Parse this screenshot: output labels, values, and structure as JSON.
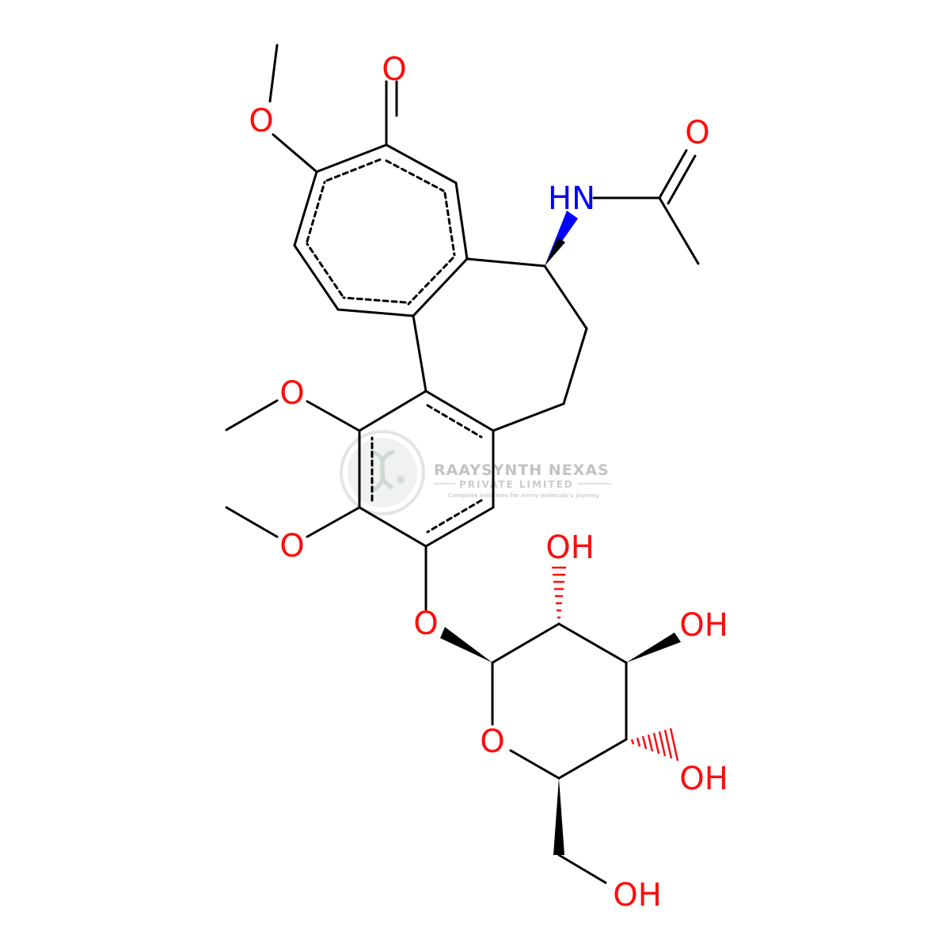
{
  "molecule": {
    "atoms": {
      "o_carbonyl": "O",
      "o_tropolone_methoxy": "O",
      "nh": "HN",
      "o_amide": "O",
      "o_methoxy_1": "O",
      "o_methoxy_2": "O",
      "o_glycosidic": "O",
      "oh_2": "OH",
      "oh_3": "OH",
      "o_ring": "O",
      "oh_4": "OH",
      "oh_6": "OH"
    },
    "colors": {
      "oxygen": "#ff0d0d",
      "nitrogen": "#0000ff",
      "bond": "#000000"
    }
  },
  "watermark": {
    "title": "RAAYSYNTH NEXAS",
    "subtitle": "PRIVATE LIMITED",
    "tagline": "Complete solutions for every molecule's journey",
    "icon": "dna-leaf-logo-icon"
  }
}
